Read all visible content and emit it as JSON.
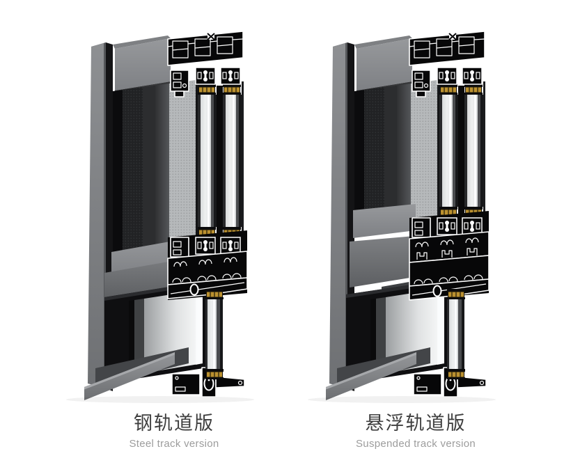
{
  "page": {
    "background": "#ffffff",
    "type": "product-comparison-render"
  },
  "figures": [
    {
      "name": "steel-track",
      "label_zh": "钢轨道版",
      "label_en": "Steel track version"
    },
    {
      "name": "suspended-track",
      "label_zh": "悬浮轨道版",
      "label_en": "Suspended track version"
    }
  ],
  "colors": {
    "background": "#ffffff",
    "frame_gray": "#85878a",
    "frame_dark": "#141416",
    "profile_black": "#070708",
    "profile_outline": "#ffffff",
    "mesh_light": "#b6b9bb",
    "glass": "#e9ebec",
    "seal_gold": "#bb9130",
    "label_zh_color": "#3e3e3e",
    "label_en_color": "#9c9c9c"
  }
}
